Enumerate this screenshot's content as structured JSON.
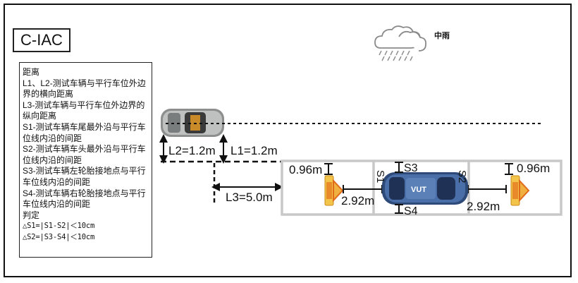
{
  "title": "C-IAC",
  "weather": {
    "label": "中雨",
    "icon": "rain-cloud-icon"
  },
  "legend": {
    "heading": "距离",
    "lines": [
      "L1、L2-测试车辆与平行车位外边界的横向距离",
      "L3-测试车辆与平行车位外边界的纵向距离",
      "S1-测试车辆车尾最外沿与平行车位线内沿的间距",
      "S2-测试车辆车头最外沿与平行车位线内沿的间距",
      "S3-测试车辆左轮胎接地点与平行车位线内沿的间距",
      "S4-测试车辆右轮胎接地点与平行车位线内沿的间距"
    ],
    "judge_heading": "判定",
    "formulas": [
      "△S1=|S1-S2|＜10cm",
      "△S2=|S3-S4|＜10cm"
    ]
  },
  "labels": {
    "L1": "L1=1.2m",
    "L2": "L2=1.2m",
    "L3": "L3=5.0m",
    "S1": "S1",
    "S2": "S2",
    "S3": "S3",
    "S4": "S4",
    "gap_left": "2.92m",
    "gap_right": "2.92m",
    "width_left": "0.96m",
    "width_right": "0.96m",
    "vut": "VUT"
  },
  "colors": {
    "vut_body": "#3a5a8c",
    "parking_line": "#c8c8c8",
    "dummy_body": "#f2c44a",
    "dummy_accent": "#e8892a"
  }
}
